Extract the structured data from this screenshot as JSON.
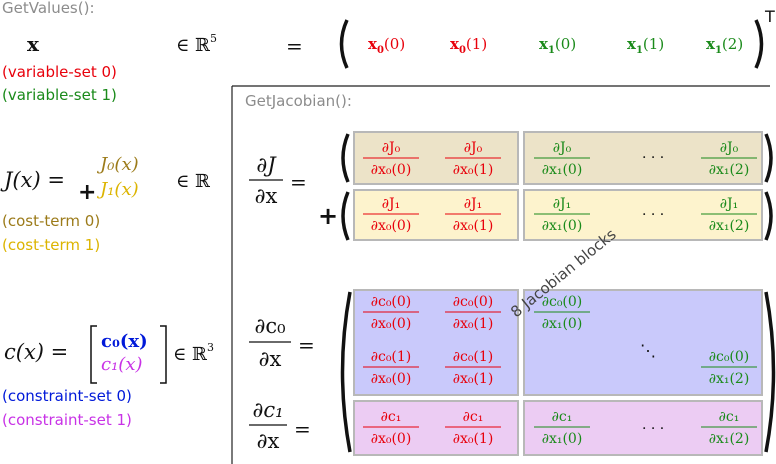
{
  "colors": {
    "red": "#e8000b",
    "green": "#1a8a1a",
    "olive": "#9c7b1a",
    "gold": "#dcb400",
    "blue": "#0019d9",
    "magenta": "#c832e6",
    "gray": "#8c8c8c",
    "black": "#111111",
    "box_olive": "#ece3c8",
    "box_yellow": "#fdf3cd",
    "box_blue": "#c9c9fb",
    "box_pink": "#ecccf3",
    "box_border": "#b8b8b8"
  },
  "getvalues": {
    "label": "GetValues():",
    "x_symbol": "x",
    "in_r5": "∈ ℝ",
    "exp5": "5",
    "equals": "=",
    "vector": [
      {
        "base": "x",
        "sub": "0",
        "arg": "(0)",
        "color": "red"
      },
      {
        "base": "x",
        "sub": "0",
        "arg": "(1)",
        "color": "red"
      },
      {
        "base": "x",
        "sub": "1",
        "arg": "(0)",
        "color": "green"
      },
      {
        "base": "x",
        "sub": "1",
        "arg": "(1)",
        "color": "green"
      },
      {
        "base": "x",
        "sub": "1",
        "arg": "(2)",
        "color": "green"
      }
    ],
    "transpose": "T"
  },
  "variables": {
    "set0": "(variable-set 0)",
    "set1": "(variable-set 1)"
  },
  "cost": {
    "lhs": "J(x) =",
    "plus": "+",
    "term0": "J₀(x)",
    "term1": "J₁(x)",
    "in_r": "∈ ℝ",
    "label0": "(cost-term 0)",
    "label1": "(cost-term 1)"
  },
  "constraint": {
    "lhs": "c(x) =",
    "c0": "c₀(x)",
    "c1": "c₁(x)",
    "in_r3": "∈ ℝ",
    "exp3": "3",
    "label0": "(constraint-set 0)",
    "label1": "(constraint-set 1)"
  },
  "jacobian": {
    "label": "GetJacobian():",
    "dJ_num": "∂J",
    "dJ_den": "∂x",
    "dc0_num": "∂c₀",
    "dc0_den": "∂x",
    "dc1_num": "∂c₁",
    "dc1_den": "∂x",
    "equals": "=",
    "plus": "+",
    "dots_h": "· · ·",
    "dots_d": "⋱",
    "blocks_label": "8 Jacobian blocks",
    "cost0": [
      {
        "num": "∂J₀",
        "den": "∂x₀(0)",
        "color": "red"
      },
      {
        "num": "∂J₀",
        "den": "∂x₀(1)",
        "color": "red"
      },
      {
        "num": "∂J₀",
        "den": "∂x₁(0)",
        "color": "green"
      },
      {
        "num": "∂J₀",
        "den": "∂x₁(2)",
        "color": "green"
      }
    ],
    "cost1": [
      {
        "num": "∂J₁",
        "den": "∂x₀(0)",
        "color": "red"
      },
      {
        "num": "∂J₁",
        "den": "∂x₀(1)",
        "color": "red"
      },
      {
        "num": "∂J₁",
        "den": "∂x₁(0)",
        "color": "green"
      },
      {
        "num": "∂J₁",
        "den": "∂x₁(2)",
        "color": "green"
      }
    ],
    "c0_red": [
      {
        "num": "∂c₀(0)",
        "den": "∂x₀(0)"
      },
      {
        "num": "∂c₀(0)",
        "den": "∂x₀(1)"
      },
      {
        "num": "∂c₀(1)",
        "den": "∂x₀(0)"
      },
      {
        "num": "∂c₀(1)",
        "den": "∂x₀(1)"
      }
    ],
    "c0_green": [
      {
        "num": "∂c₀(0)",
        "den": "∂x₁(0)"
      },
      {
        "num": "∂c₀(0)",
        "den": "∂x₁(2)"
      }
    ],
    "c1": [
      {
        "num": "∂c₁",
        "den": "∂x₀(0)",
        "color": "red"
      },
      {
        "num": "∂c₁",
        "den": "∂x₀(1)",
        "color": "red"
      },
      {
        "num": "∂c₁",
        "den": "∂x₁(0)",
        "color": "green"
      },
      {
        "num": "∂c₁",
        "den": "∂x₁(2)",
        "color": "green"
      }
    ]
  }
}
